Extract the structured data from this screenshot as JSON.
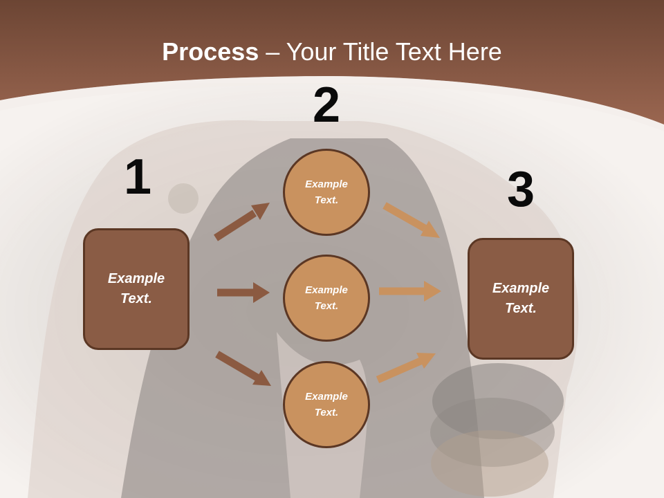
{
  "title": {
    "bold": "Process",
    "rest": " – Your Title Text Here"
  },
  "steps": {
    "one": "1",
    "two": "2",
    "three": "3"
  },
  "boxes": [
    {
      "line1": "Example",
      "line2": "Text."
    },
    {
      "line1": "Example",
      "line2": "Text."
    }
  ],
  "circles": [
    {
      "line1": "Example",
      "line2": "Text."
    },
    {
      "line1": "Example",
      "line2": "Text."
    },
    {
      "line1": "Example",
      "line2": "Text."
    }
  ],
  "colors": {
    "header_brown": "#8b5a41",
    "box_fill": "#8a5c45",
    "circle_fill": "#c9925f",
    "outline": "#5b3724",
    "arrow_dark": "#8b5a41",
    "arrow_light": "#c9925f"
  }
}
